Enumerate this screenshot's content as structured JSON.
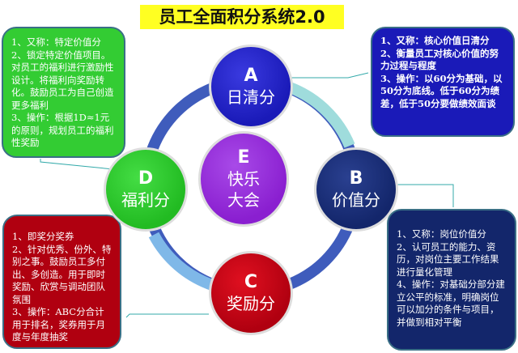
{
  "title": "员工全面积分系统2.0",
  "center": {
    "letter": "E",
    "line1": "快乐",
    "line2": "大会",
    "color": "#8a1fd0"
  },
  "nodes": {
    "A": {
      "letter": "A",
      "label": "日清分",
      "color": "#1a1ab8"
    },
    "B": {
      "letter": "B",
      "label": "价值分",
      "color": "#13266b"
    },
    "C": {
      "letter": "C",
      "label": "奖励分",
      "color": "#b00010"
    },
    "D": {
      "letter": "D",
      "label": "福利分",
      "color": "#22bb22"
    }
  },
  "boxes": {
    "D": [
      "1、又称：特定价值分",
      "2、锁定特定价值项目。对员工的福利进行激励性设计。将福利向奖励转化。鼓励员工为自己创造更多福利",
      "3、操作：根据1D≈1元的原则，规划员工的福利性奖励"
    ],
    "A": [
      "1、又称：核心价值日清分",
      "2、衡量员工对核心价值的努力过程与程度",
      "3、操作：以60分为基础，以50分为底线。低于60分为绩差，低于50分要做绩效面谈"
    ],
    "C": [
      "1、即奖分奖券",
      "2、针对优秀、份外、特别之事。鼓励员工多付出、多创造。用于即时奖励、欣赏与调动团队氛围",
      "3、操作：ABC分合计用于排名，奖券用于月度与年度抽奖"
    ],
    "B": [
      "1、又称：岗位价值分",
      "2、认可员工的能力、资历，对岗位主要工作结果进行量化管理",
      "4、操作：对基础分部分建立公平的标准，明确岗位可以加分的条件与项目，并做到相对平衡"
    ]
  }
}
